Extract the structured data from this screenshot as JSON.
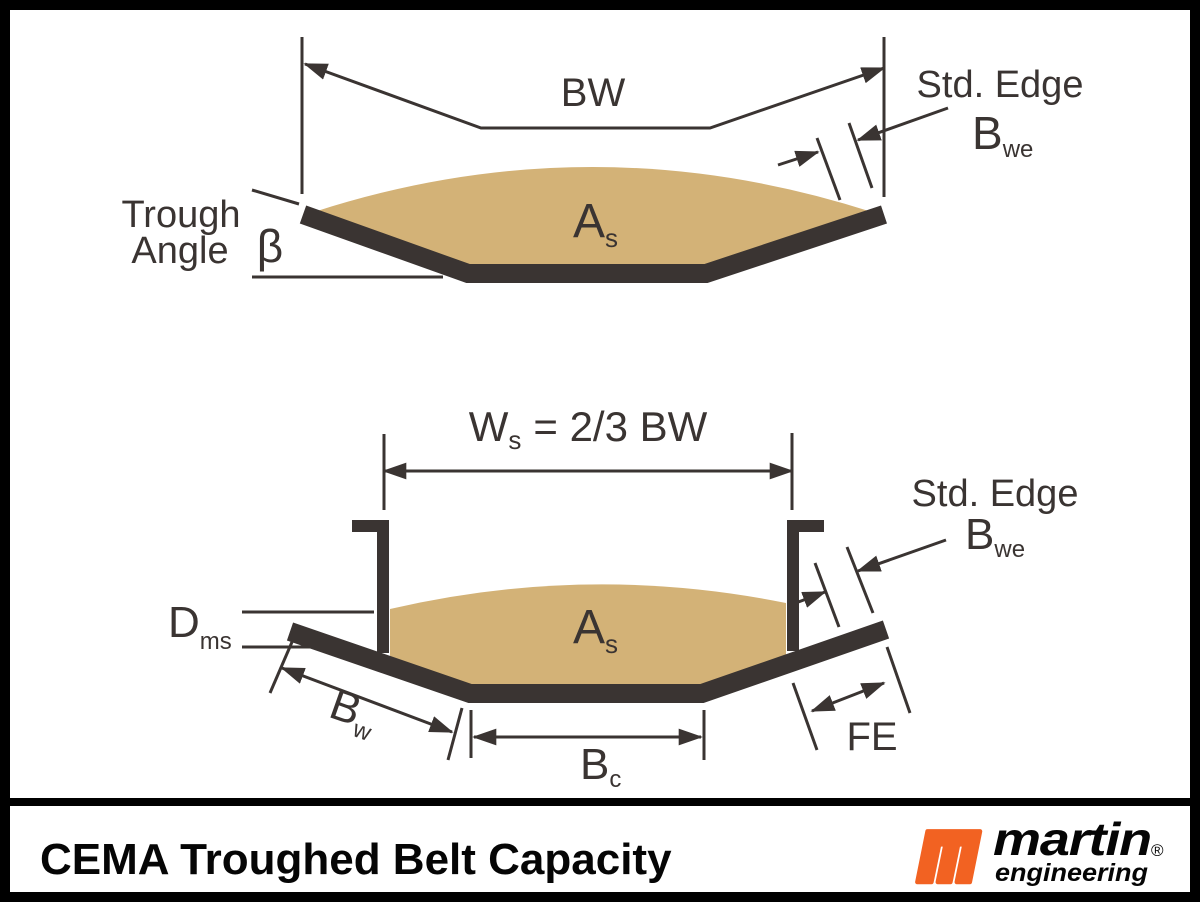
{
  "colors": {
    "material": "#D3B277",
    "belt": "#3A3432",
    "line": "#3A3432",
    "logo_orange": "#F26222",
    "frame": "#000000"
  },
  "top": {
    "bw": "BW",
    "std_edge": "Std. Edge",
    "bwe_main": "B",
    "bwe_sub": "we",
    "trough_1": "Trough",
    "trough_2": "Angle",
    "beta": "β",
    "area_main": "A",
    "area_sub": "s"
  },
  "bottom": {
    "ws_main": "W",
    "ws_sub": "s",
    "ws_eq": "= 2/3 BW",
    "std_edge": "Std. Edge",
    "bwe_main": "B",
    "bwe_sub": "we",
    "dms_main": "D",
    "dms_sub": "ms",
    "bw_main": "B",
    "bw_sub": "w",
    "bc_main": "B",
    "bc_sub": "c",
    "fe": "FE",
    "area_main": "A",
    "area_sub": "s"
  },
  "footer": {
    "title": "CEMA Troughed Belt Capacity",
    "brand": "martin",
    "brand_sub": "engineering",
    "registered": "®"
  }
}
